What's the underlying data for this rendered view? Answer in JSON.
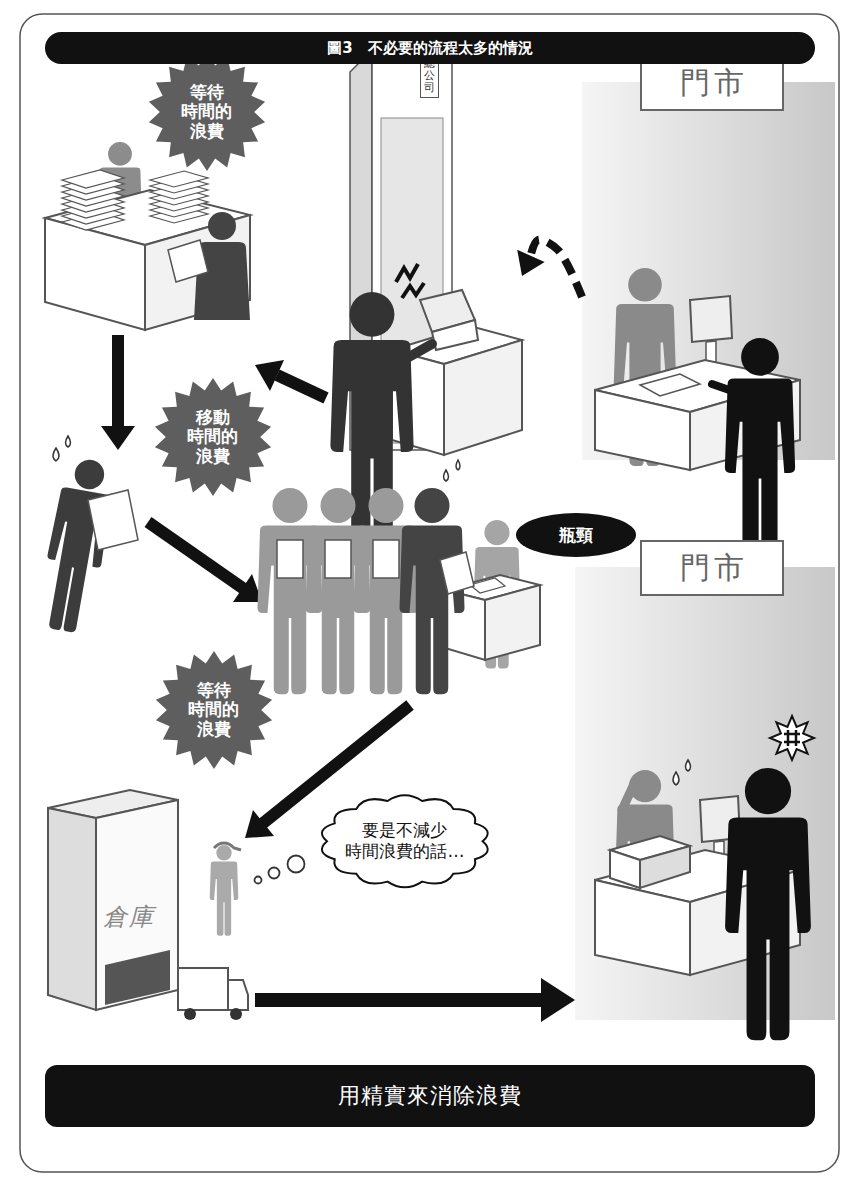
{
  "diagram": {
    "title": "圖3　不必要的流程太多的情況",
    "caption": "用精實來消除浪費",
    "nodes": [
      {
        "text": [
          "等待 時間的 浪費"
        ]
      },
      {
        "text": [
          "總公司"
        ]
      },
      {
        "text": [
          "門市"
        ]
      },
      {
        "text": [
          "移動 時間的 浪費"
        ]
      },
      {
        "text": [
          "瓶頸"
        ]
      },
      {
        "text": [
          "等待 時間的 浪費"
        ]
      },
      {
        "text": [
          "倉庫"
        ]
      },
      {
        "text": [
          "要是不減少 時間浪費的話…"
        ]
      },
      {
        "text": [
          "門市"
        ]
      }
    ],
    "edges": [
      {
        "from": 2,
        "to": 1,
        "arrow": "to"
      },
      {
        "from": 6,
        "to": 8,
        "arrow": "to"
      }
    ]
  }
}
